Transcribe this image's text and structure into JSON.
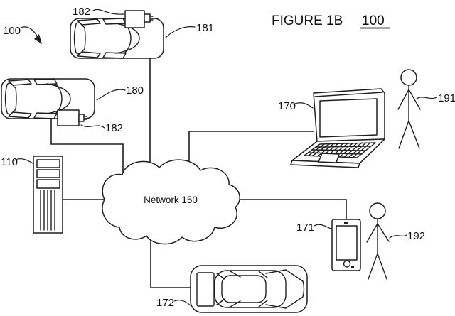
{
  "figure": {
    "title": "FIGURE 1B",
    "number": "100"
  },
  "colors": {
    "ink": "#1f1f1f",
    "background": "#ffffff"
  },
  "nodes": {
    "overview_ref": "100",
    "device_top": "182",
    "vehicle_top": "181",
    "vehicle_left": "180",
    "device_left": "182",
    "server": "110",
    "network": "Network 150",
    "laptop": "170",
    "smartphone": "171",
    "vehicle_bottom": "172",
    "person_right": "191",
    "person_lower": "192"
  }
}
